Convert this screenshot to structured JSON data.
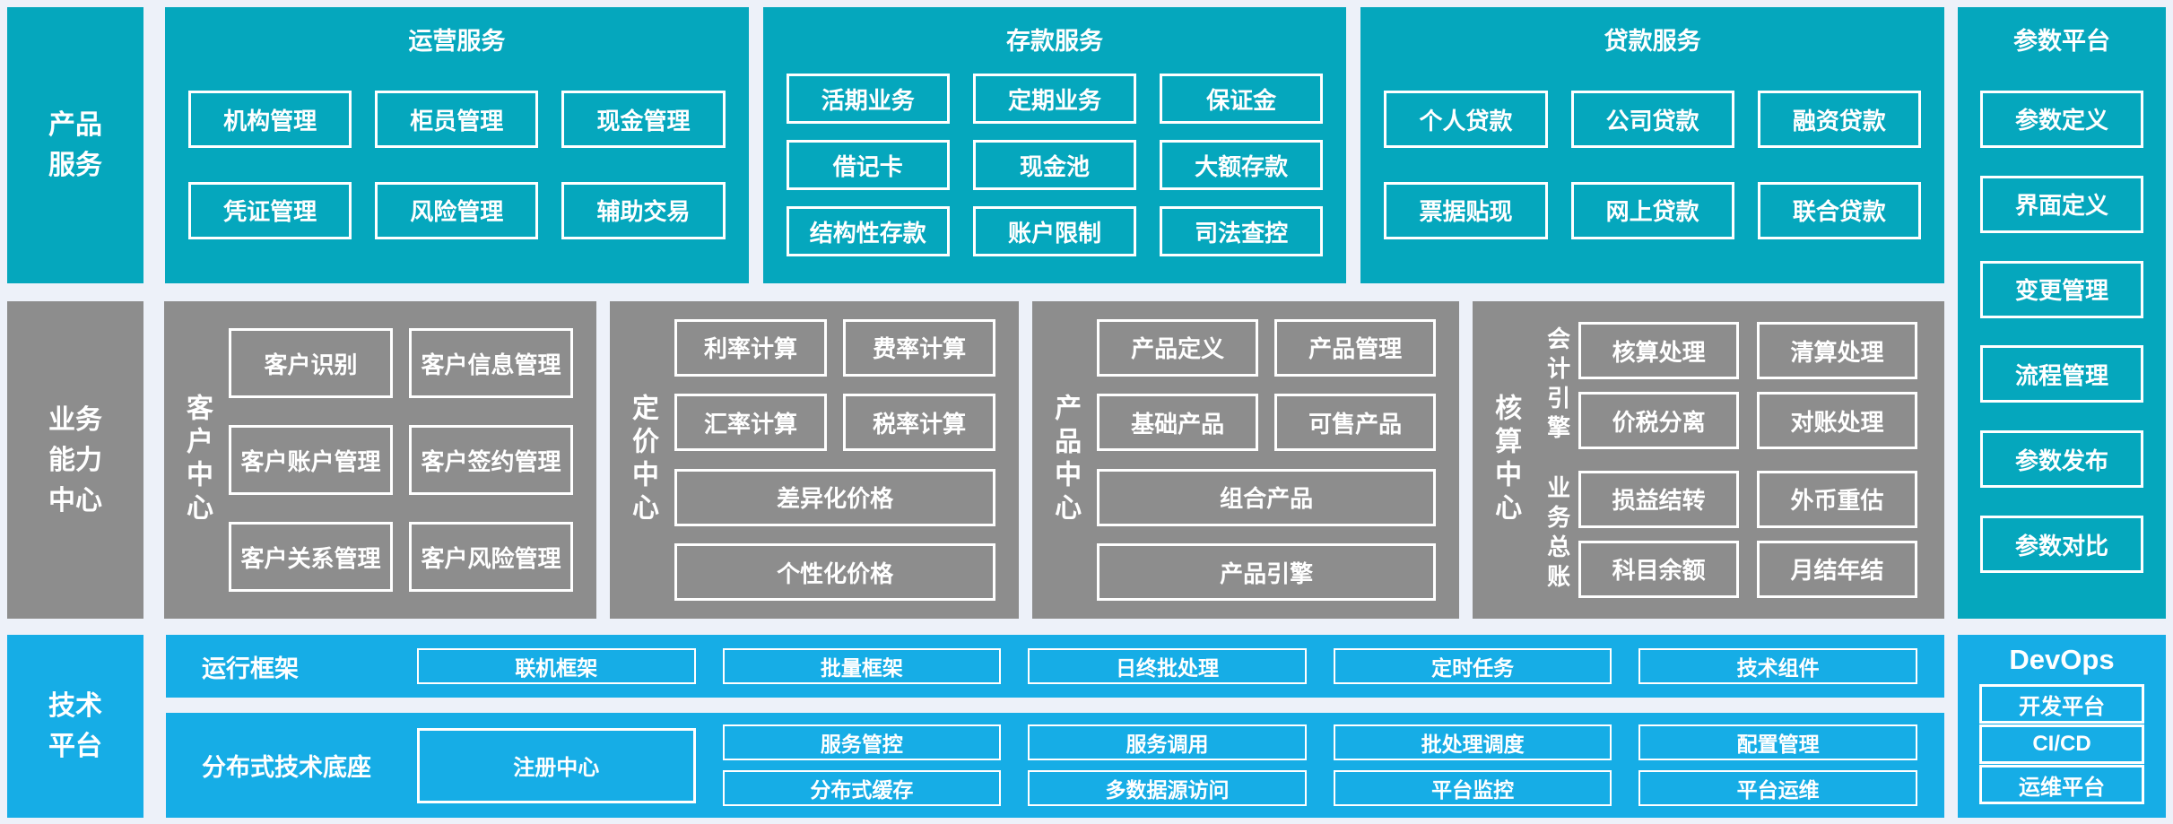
{
  "colors": {
    "teal": "#05a7bd",
    "gray": "#8d8d8d",
    "blue": "#16ade6",
    "background": "#edf1f9",
    "box_border_and_text": "#ffffff"
  },
  "product_services": {
    "side_label": "产品服务",
    "operation": {
      "title": "运营服务",
      "boxes": [
        "机构管理",
        "柜员管理",
        "现金管理",
        "凭证管理",
        "风险管理",
        "辅助交易"
      ]
    },
    "deposit": {
      "title": "存款服务",
      "boxes": [
        "活期业务",
        "定期业务",
        "保证金",
        "借记卡",
        "现金池",
        "大额存款",
        "结构性存款",
        "账户限制",
        "司法查控"
      ]
    },
    "loan": {
      "title": "贷款服务",
      "boxes": [
        "个人贷款",
        "公司贷款",
        "融资贷款",
        "票据贴现",
        "网上贷款",
        "联合贷款"
      ]
    }
  },
  "parameter_platform": {
    "title": "参数平台",
    "boxes": [
      "参数定义",
      "界面定义",
      "变更管理",
      "流程管理",
      "参数发布",
      "参数对比"
    ]
  },
  "business_capability": {
    "side_label": "业务能力中心",
    "customer_center": {
      "label": "客户中心",
      "boxes": [
        "客户识别",
        "客户信息管理",
        "客户账户管理",
        "客户签约管理",
        "客户关系管理",
        "客户风险管理"
      ]
    },
    "pricing_center": {
      "label": "定价中心",
      "boxes": [
        "利率计算",
        "费率计算",
        "汇率计算",
        "税率计算"
      ],
      "wide_boxes": [
        "差异化价格",
        "个性化价格"
      ]
    },
    "product_center": {
      "label": "产品中心",
      "boxes": [
        "产品定义",
        "产品管理",
        "基础产品",
        "可售产品"
      ],
      "wide_boxes": [
        "组合产品",
        "产品引擎"
      ]
    },
    "accounting_center": {
      "label": "核算中心",
      "groups": [
        {
          "label": "会计引擎",
          "boxes": [
            "核算处理",
            "清算处理",
            "价税分离",
            "对账处理"
          ]
        },
        {
          "label": "业务总账",
          "boxes": [
            "损益结转",
            "外币重估",
            "科目余额",
            "月结年结"
          ]
        }
      ]
    }
  },
  "technology_platform": {
    "side_label": "技术平台",
    "runtime": {
      "label": "运行框架",
      "boxes": [
        "联机框架",
        "批量框架",
        "日终批处理",
        "定时任务",
        "技术组件"
      ]
    },
    "distributed": {
      "label": "分布式技术底座",
      "registry": "注册中心",
      "columns": [
        [
          "服务管控",
          "分布式缓存"
        ],
        [
          "服务调用",
          "多数据源访问"
        ],
        [
          "批处理调度",
          "平台监控"
        ],
        [
          "配置管理",
          "平台运维"
        ]
      ]
    },
    "devops": {
      "title": "DevOps",
      "boxes": [
        "开发平台",
        "CI/CD",
        "运维平台"
      ]
    }
  }
}
